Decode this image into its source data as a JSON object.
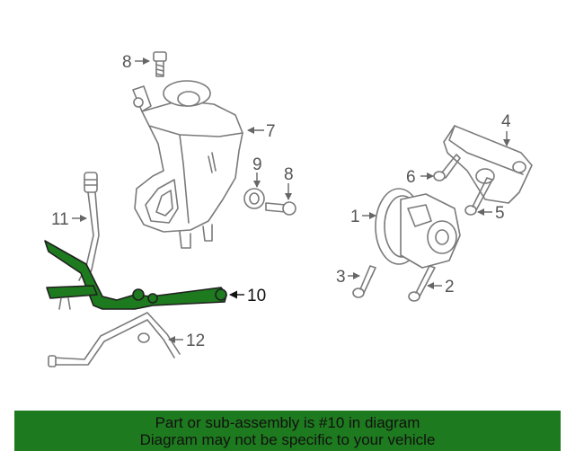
{
  "callouts": {
    "c1": "1",
    "c2": "2",
    "c3": "3",
    "c4": "4",
    "c5": "5",
    "c6": "6",
    "c7": "7",
    "c8a": "8",
    "c8b": "8",
    "c9": "9",
    "c10": "10",
    "c11": "11",
    "c12": "12"
  },
  "banner": {
    "line1": "Part or sub-assembly is #10 in diagram",
    "line2": "Diagram may not be specific to your vehicle"
  },
  "colors": {
    "highlight": "#1e7a1e",
    "banner_bg": "#1e7a1e",
    "line_art": "#7a7a7a"
  }
}
